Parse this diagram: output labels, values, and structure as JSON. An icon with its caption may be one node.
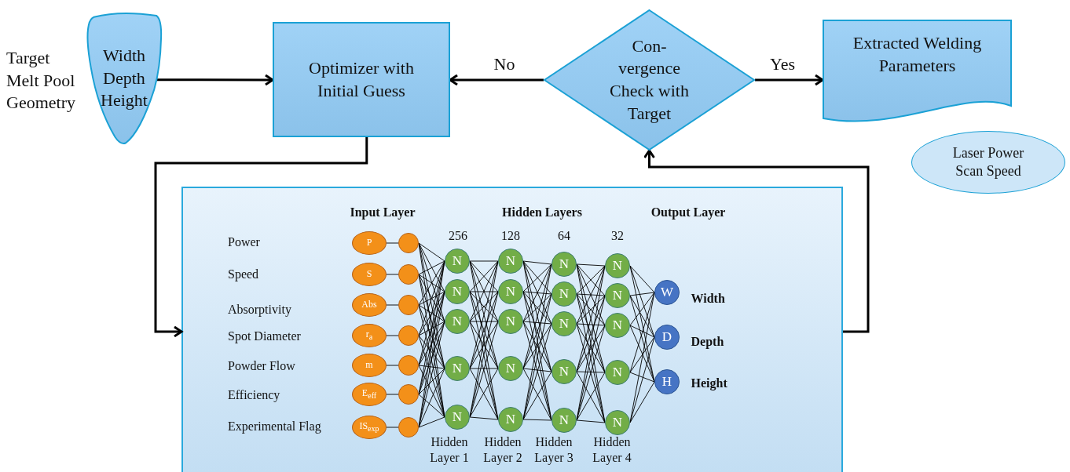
{
  "diagram": {
    "nodes": [
      {
        "text": [
          "Width Depth Height"
        ],
        "beside": [
          "Target Melt Pool Geometry"
        ]
      },
      {
        "text": [
          "Optimizer with Initial Guess"
        ]
      },
      {
        "text": [
          "Con- vergence Check with Target"
        ]
      },
      {
        "text": [
          "Extracted Welding Parameters"
        ]
      },
      {
        "text": [
          "Laser Power Scan Speed"
        ]
      },
      {
        "text": [],
        "shape": "box"
      },
      {
        "text": [
          "P"
        ],
        "in": 5
      },
      {
        "text": [
          "S"
        ],
        "in": 5
      },
      {
        "text": [
          "Abs"
        ],
        "in": 5
      },
      {
        "text": [
          "r$_{a}$"
        ],
        "in": 5
      },
      {
        "text": [
          "m"
        ],
        "in": 5
      },
      {
        "text": [
          "E$_{eff}$"
        ],
        "in": 5
      },
      {
        "text": [
          "IS$_{exp}$"
        ],
        "in": 5
      },
      {
        "text": [],
        "shape": "circle",
        "in": 5
      },
      {
        "text": [],
        "shape": "circle",
        "in": 5
      },
      {
        "text": [],
        "shape": "circle",
        "in": 5
      },
      {
        "text": [],
        "shape": "circle",
        "in": 5
      },
      {
        "text": [],
        "shape": "circle",
        "in": 5
      },
      {
        "text": [],
        "shape": "circle",
        "in": 5
      },
      {
        "text": [],
        "shape": "circle",
        "in": 5
      },
      {
        "text": [
          "N"
        ],
        "in": 5
      },
      {
        "text": [
          "N"
        ],
        "in": 5
      },
      {
        "text": [
          "N"
        ],
        "in": 5
      },
      {
        "text": [
          "N"
        ],
        "in": 5
      },
      {
        "text": [
          "N"
        ],
        "in": 5
      },
      {
        "text": [
          "N"
        ],
        "in": 5
      },
      {
        "text": [
          "N"
        ],
        "in": 5
      },
      {
        "text": [
          "N"
        ],
        "in": 5
      },
      {
        "text": [
          "N"
        ],
        "in": 5
      },
      {
        "text": [
          "N"
        ],
        "in": 5
      },
      {
        "text": [
          "N"
        ],
        "in": 5
      },
      {
        "text": [
          "N"
        ],
        "in": 5
      },
      {
        "text": [
          "N"
        ],
        "in": 5
      },
      {
        "text": [
          "N"
        ],
        "in": 5
      },
      {
        "text": [
          "N"
        ],
        "in": 5
      },
      {
        "text": [
          "N"
        ],
        "in": 5
      },
      {
        "text": [
          "N"
        ],
        "in": 5
      },
      {
        "text": [
          "N"
        ],
        "in": 5
      },
      {
        "text": [
          "N"
        ],
        "in": 5
      },
      {
        "text": [
          "N"
        ],
        "in": 5
      },
      {
        "text": [
          "W"
        ],
        "in": 5,
        "beside": [
          "Width"
        ]
      },
      {
        "text": [
          "D"
        ],
        "in": 5,
        "beside": [
          "Depth"
        ]
      },
      {
        "text": [
          "H"
        ],
        "in": 5,
        "beside": [
          "Height"
        ]
      }
    ],
    "edges": [
      {
        "from": 0,
        "to": 1,
        "arrow": "to",
        "style": "thick"
      },
      {
        "from": 2,
        "to": 1,
        "arrow": "to",
        "label": "No",
        "style": "thick"
      },
      {
        "from": 2,
        "to": 3,
        "arrow": "to",
        "label": "Yes",
        "style": "thick"
      },
      {
        "from": 1,
        "to": 5,
        "arrow": "to",
        "style": "thick"
      },
      {
        "from": 5,
        "to": 2,
        "arrow": "to",
        "style": "thick"
      },
      {
        "from": 6,
        "to": 13,
        "arrow": "none"
      },
      {
        "from": 7,
        "to": 14,
        "arrow": "none"
      },
      {
        "from": 8,
        "to": 15,
        "arrow": "none"
      },
      {
        "from": 9,
        "to": 16,
        "arrow": "none"
      },
      {
        "from": 10,
        "to": 17,
        "arrow": "none"
      },
      {
        "from": 11,
        "to": 18,
        "arrow": "none"
      },
      {
        "from": 12,
        "to": 19,
        "arrow": "none"
      },
      {
        "from": 13,
        "to": 20,
        "arrow": "none"
      },
      {
        "from": 13,
        "to": 21,
        "arrow": "none"
      },
      {
        "from": 13,
        "to": 22,
        "arrow": "none"
      },
      {
        "from": 13,
        "to": 23,
        "arrow": "none"
      },
      {
        "from": 13,
        "to": 24,
        "arrow": "none"
      },
      {
        "from": 14,
        "to": 20,
        "arrow": "none"
      },
      {
        "from": 14,
        "to": 21,
        "arrow": "none"
      },
      {
        "from": 14,
        "to": 22,
        "arrow": "none"
      },
      {
        "from": 14,
        "to": 23,
        "arrow": "none"
      },
      {
        "from": 14,
        "to": 24,
        "arrow": "none"
      },
      {
        "from": 15,
        "to": 20,
        "arrow": "none"
      },
      {
        "from": 15,
        "to": 21,
        "arrow": "none"
      },
      {
        "from": 15,
        "to": 22,
        "arrow": "none"
      },
      {
        "from": 15,
        "to": 23,
        "arrow": "none"
      },
      {
        "from": 15,
        "to": 24,
        "arrow": "none"
      },
      {
        "from": 16,
        "to": 20,
        "arrow": "none"
      },
      {
        "from": 16,
        "to": 21,
        "arrow": "none"
      },
      {
        "from": 16,
        "to": 22,
        "arrow": "none"
      },
      {
        "from": 16,
        "to": 23,
        "arrow": "none"
      },
      {
        "from": 16,
        "to": 24,
        "arrow": "none"
      },
      {
        "from": 17,
        "to": 20,
        "arrow": "none"
      },
      {
        "from": 17,
        "to": 21,
        "arrow": "none"
      },
      {
        "from": 17,
        "to": 22,
        "arrow": "none"
      },
      {
        "from": 17,
        "to": 23,
        "arrow": "none"
      },
      {
        "from": 17,
        "to": 24,
        "arrow": "none"
      },
      {
        "from": 18,
        "to": 20,
        "arrow": "none"
      },
      {
        "from": 18,
        "to": 21,
        "arrow": "none"
      },
      {
        "from": 18,
        "to": 22,
        "arrow": "none"
      },
      {
        "from": 18,
        "to": 23,
        "arrow": "none"
      },
      {
        "from": 18,
        "to": 24,
        "arrow": "none"
      },
      {
        "from": 19,
        "to": 20,
        "arrow": "none"
      },
      {
        "from": 19,
        "to": 21,
        "arrow": "none"
      },
      {
        "from": 19,
        "to": 22,
        "arrow": "none"
      },
      {
        "from": 19,
        "to": 23,
        "arrow": "none"
      },
      {
        "from": 19,
        "to": 24,
        "arrow": "none"
      },
      {
        "from": 20,
        "to": 25,
        "arrow": "none"
      },
      {
        "from": 20,
        "to": 26,
        "arrow": "none"
      },
      {
        "from": 20,
        "to": 27,
        "arrow": "none"
      },
      {
        "from": 20,
        "to": 28,
        "arrow": "none"
      },
      {
        "from": 20,
        "to": 29,
        "arrow": "none"
      },
      {
        "from": 21,
        "to": 25,
        "arrow": "none"
      },
      {
        "from": 21,
        "to": 26,
        "arrow": "none"
      },
      {
        "from": 21,
        "to": 27,
        "arrow": "none"
      },
      {
        "from": 21,
        "to": 28,
        "arrow": "none"
      },
      {
        "from": 21,
        "to": 29,
        "arrow": "none"
      },
      {
        "from": 22,
        "to": 25,
        "arrow": "none"
      },
      {
        "from": 22,
        "to": 26,
        "arrow": "none"
      },
      {
        "from": 22,
        "to": 27,
        "arrow": "none"
      },
      {
        "from": 22,
        "to": 28,
        "arrow": "none"
      },
      {
        "from": 22,
        "to": 29,
        "arrow": "none"
      },
      {
        "from": 23,
        "to": 25,
        "arrow": "none"
      },
      {
        "from": 23,
        "to": 26,
        "arrow": "none"
      },
      {
        "from": 23,
        "to": 27,
        "arrow": "none"
      },
      {
        "from": 23,
        "to": 28,
        "arrow": "none"
      },
      {
        "from": 23,
        "to": 29,
        "arrow": "none"
      },
      {
        "from": 24,
        "to": 25,
        "arrow": "none"
      },
      {
        "from": 24,
        "to": 26,
        "arrow": "none"
      },
      {
        "from": 24,
        "to": 27,
        "arrow": "none"
      },
      {
        "from": 24,
        "to": 28,
        "arrow": "none"
      },
      {
        "from": 24,
        "to": 29,
        "arrow": "none"
      },
      {
        "from": 25,
        "to": 30,
        "arrow": "none"
      },
      {
        "from": 25,
        "to": 31,
        "arrow": "none"
      },
      {
        "from": 25,
        "to": 32,
        "arrow": "none"
      },
      {
        "from": 25,
        "to": 33,
        "arrow": "none"
      },
      {
        "from": 25,
        "to": 34,
        "arrow": "none"
      },
      {
        "from": 26,
        "to": 30,
        "arrow": "none"
      },
      {
        "from": 26,
        "to": 31,
        "arrow": "none"
      },
      {
        "from": 26,
        "to": 32,
        "arrow": "none"
      },
      {
        "from": 26,
        "to": 33,
        "arrow": "none"
      },
      {
        "from": 26,
        "to": 34,
        "arrow": "none"
      },
      {
        "from": 27,
        "to": 30,
        "arrow": "none"
      },
      {
        "from": 27,
        "to": 31,
        "arrow": "none"
      },
      {
        "from": 27,
        "to": 32,
        "arrow": "none"
      },
      {
        "from": 27,
        "to": 33,
        "arrow": "none"
      },
      {
        "from": 27,
        "to": 34,
        "arrow": "none"
      },
      {
        "from": 28,
        "to": 30,
        "arrow": "none"
      },
      {
        "from": 28,
        "to": 31,
        "arrow": "none"
      },
      {
        "from": 28,
        "to": 32,
        "arrow": "none"
      },
      {
        "from": 28,
        "to": 33,
        "arrow": "none"
      },
      {
        "from": 28,
        "to": 34,
        "arrow": "none"
      },
      {
        "from": 29,
        "to": 30,
        "arrow": "none"
      },
      {
        "from": 29,
        "to": 31,
        "arrow": "none"
      },
      {
        "from": 29,
        "to": 32,
        "arrow": "none"
      },
      {
        "from": 29,
        "to": 33,
        "arrow": "none"
      },
      {
        "from": 29,
        "to": 34,
        "arrow": "none"
      },
      {
        "from": 30,
        "to": 35,
        "arrow": "none"
      },
      {
        "from": 30,
        "to": 36,
        "arrow": "none"
      },
      {
        "from": 30,
        "to": 37,
        "arrow": "none"
      },
      {
        "from": 30,
        "to": 38,
        "arrow": "none"
      },
      {
        "from": 30,
        "to": 39,
        "arrow": "none"
      },
      {
        "from": 31,
        "to": 35,
        "arrow": "none"
      },
      {
        "from": 31,
        "to": 36,
        "arrow": "none"
      },
      {
        "from": 31,
        "to": 37,
        "arrow": "none"
      },
      {
        "from": 31,
        "to": 38,
        "arrow": "none"
      },
      {
        "from": 31,
        "to": 39,
        "arrow": "none"
      },
      {
        "from": 32,
        "to": 35,
        "arrow": "none"
      },
      {
        "from": 32,
        "to": 36,
        "arrow": "none"
      },
      {
        "from": 32,
        "to": 37,
        "arrow": "none"
      },
      {
        "from": 32,
        "to": 38,
        "arrow": "none"
      },
      {
        "from": 32,
        "to": 39,
        "arrow": "none"
      },
      {
        "from": 33,
        "to": 35,
        "arrow": "none"
      },
      {
        "from": 33,
        "to": 36,
        "arrow": "none"
      },
      {
        "from": 33,
        "to": 37,
        "arrow": "none"
      },
      {
        "from": 33,
        "to": 38,
        "arrow": "none"
      },
      {
        "from": 33,
        "to": 39,
        "arrow": "none"
      },
      {
        "from": 34,
        "to": 35,
        "arrow": "none"
      },
      {
        "from": 34,
        "to": 36,
        "arrow": "none"
      },
      {
        "from": 34,
        "to": 37,
        "arrow": "none"
      },
      {
        "from": 34,
        "to": 38,
        "arrow": "none"
      },
      {
        "from": 34,
        "to": 39,
        "arrow": "none"
      },
      {
        "from": 35,
        "to": 40,
        "arrow": "none"
      },
      {
        "from": 35,
        "to": 41,
        "arrow": "none"
      },
      {
        "from": 35,
        "to": 42,
        "arrow": "none"
      },
      {
        "from": 36,
        "to": 40,
        "arrow": "none"
      },
      {
        "from": 36,
        "to": 41,
        "arrow": "none"
      },
      {
        "from": 36,
        "to": 42,
        "arrow": "none"
      },
      {
        "from": 37,
        "to": 40,
        "arrow": "none"
      },
      {
        "from": 37,
        "to": 41,
        "arrow": "none"
      },
      {
        "from": 37,
        "to": 42,
        "arrow": "none"
      },
      {
        "from": 38,
        "to": 40,
        "arrow": "none"
      },
      {
        "from": 38,
        "to": 41,
        "arrow": "none"
      },
      {
        "from": 38,
        "to": 42,
        "arrow": "none"
      },
      {
        "from": 39,
        "to": 40,
        "arrow": "none"
      },
      {
        "from": 39,
        "to": 41,
        "arrow": "none"
      },
      {
        "from": 39,
        "to": 42,
        "arrow": "none"
      }
    ],
    "labels": [
      "Input Layer",
      "Hidden Layers",
      "Output Layer",
      "256",
      "128",
      "64",
      "32",
      "Power",
      "Speed",
      "Absorptivity",
      "Spot Diameter",
      "Powder Flow",
      "Efficiency",
      "Experimental Flag",
      "Hidden Layer 1",
      "Hidden Layer 2",
      "Hidden Layer 3",
      "Hidden Layer 4"
    ]
  }
}
